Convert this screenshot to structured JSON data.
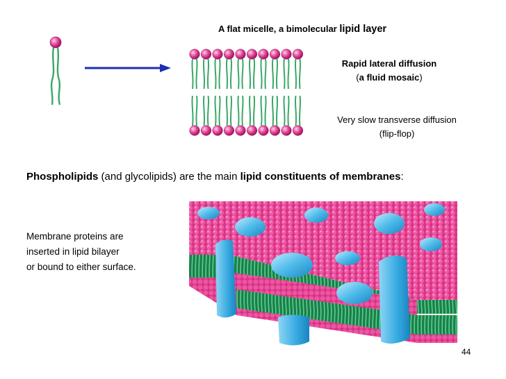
{
  "top_title": {
    "part1": "A flat micelle,  a bimolecular ",
    "part2": "lipid layer"
  },
  "lateral_diffusion": {
    "line1": "Rapid lateral diffusion",
    "line2_open": "(",
    "line2_bold": "a fluid mosaic",
    "line2_close": ")"
  },
  "transverse_diffusion": {
    "line1": "Very slow transverse diffusion",
    "line2": "(flip-flop)"
  },
  "main_sentence": {
    "bold1": "Phospholipids",
    "text1": " (and glycolipids) are the main ",
    "bold2": "lipid constituents of membranes",
    "text2": ":"
  },
  "proteins_note": {
    "line1": "Membrane proteins are",
    "line2": "inserted in lipid bilayer",
    "line3": "or bound to either surface."
  },
  "page_number": "44",
  "colors": {
    "head_pink": "#e3479a",
    "tail_green": "#3aa866",
    "arrow_blue": "#1d2fb4",
    "protein_blue": "#2fa7df"
  }
}
